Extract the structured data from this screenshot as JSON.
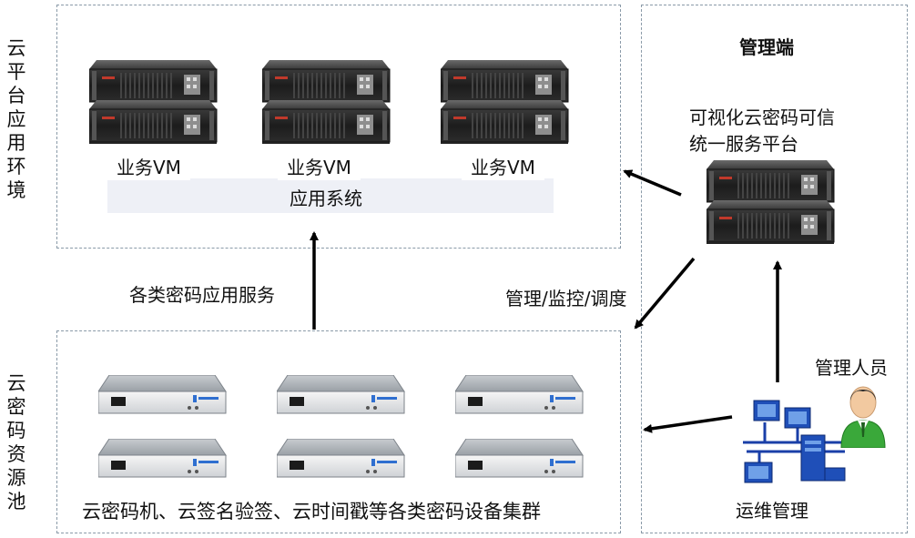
{
  "zones": {
    "app_env": {
      "vertical_label": [
        "云",
        "平",
        "台",
        "应",
        "用",
        "环",
        "境"
      ]
    },
    "resource_pool": {
      "vertical_label": [
        "云",
        "密",
        "码",
        "资",
        "源",
        "池"
      ]
    },
    "management": {
      "title": "管理端"
    }
  },
  "app_env": {
    "vm_labels": [
      "业务VM",
      "业务VM",
      "业务VM"
    ],
    "system_label": "应用系统"
  },
  "resource_pool": {
    "caption": "云密码机、云签名验签、云时间戳等各类密码设备集群"
  },
  "management": {
    "platform_line1": "可视化云密码可信",
    "platform_line2": "统一服务平台",
    "ops_label": "运维管理",
    "person_label": "管理人员"
  },
  "arrows": {
    "service_label": "各类密码应用服务",
    "control_label": "管理/监控/调度"
  },
  "colors": {
    "zone_border": "#8a9aa8",
    "band_fill": "#eef0f6",
    "arrow": "#000000",
    "person_shirt": "#3aa83a"
  }
}
